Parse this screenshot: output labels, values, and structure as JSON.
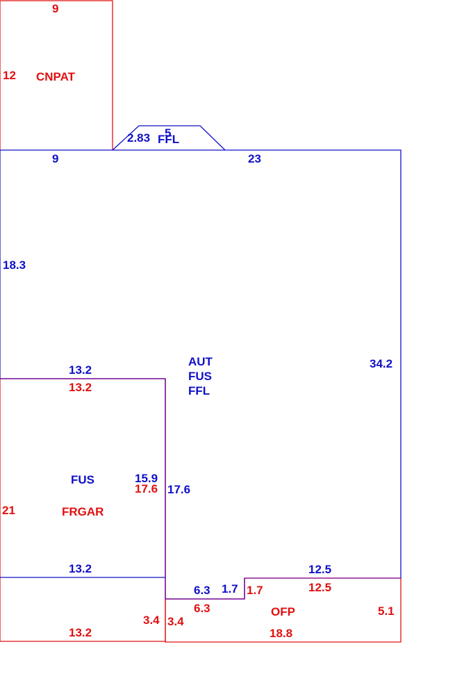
{
  "colors": {
    "red": "#e01010",
    "blue": "#1010c8",
    "shared_edge": "#8010a0",
    "background": "#ffffff"
  },
  "areas": {
    "cnpat": {
      "name": "CNPAT",
      "top": "9",
      "side": "12"
    },
    "main": {
      "name_1": "AUT",
      "name_2": "FUS",
      "name_3": "FFL",
      "top_left": "9",
      "top_right": "23",
      "left": "18.3",
      "right": "34.2",
      "step_top": "13.2",
      "step_side": "17.6"
    },
    "bay": {
      "label_a": "2.83",
      "label_b": "5",
      "name": "FFL"
    },
    "fus": {
      "name": "FUS",
      "top": "13.2",
      "side": "15.9",
      "bottom": "13.2"
    },
    "frgar": {
      "name": "FRGAR",
      "top": "13.2",
      "side_left": "21",
      "side_right": "17.6",
      "bottom": "13.2",
      "small_side": "3.4"
    },
    "ofp": {
      "name": "OFP",
      "top_right": "12.5",
      "notch_left": "6.3",
      "notch_small": "1.7",
      "side_left": "3.4",
      "side_right": "5.1",
      "bottom": "18.8"
    },
    "main_notch": {
      "bottom_right": "12.5",
      "notch_left": "6.3",
      "notch_small": "1.7"
    }
  }
}
